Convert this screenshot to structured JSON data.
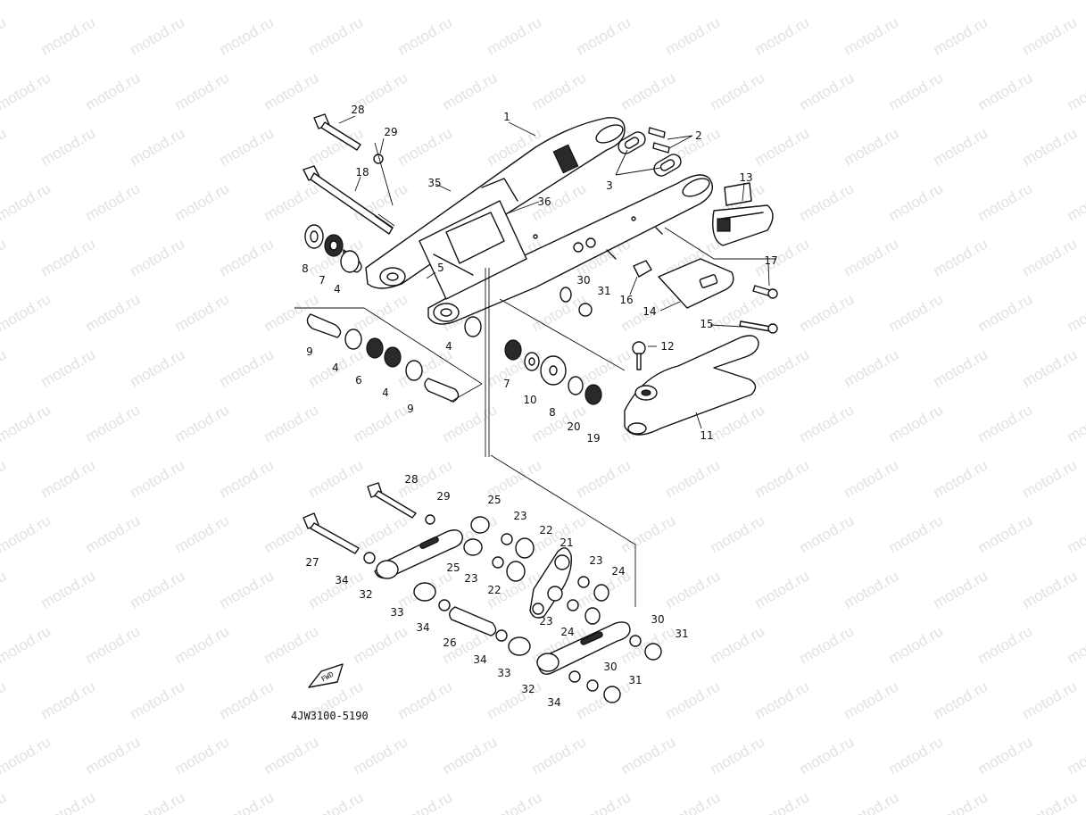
{
  "watermark": {
    "text": "motod.ru"
  },
  "fwd_label": "FWD",
  "catalog_code": "4JW3100-5190",
  "callouts": {
    "c1": "1",
    "c2": "2",
    "c3": "3",
    "c4a": "4",
    "c4b": "4",
    "c4c": "4",
    "c4d": "4",
    "c5": "5",
    "c6": "6",
    "c7a": "7",
    "c7b": "7",
    "c8a": "8",
    "c8b": "8",
    "c9a": "9",
    "c9b": "9",
    "c10": "10",
    "c11": "11",
    "c12": "12",
    "c13": "13",
    "c14": "14",
    "c15": "15",
    "c16": "16",
    "c17": "17",
    "c18": "18",
    "c19": "19",
    "c20": "20",
    "c21": "21",
    "c22a": "22",
    "c22b": "22",
    "c23a": "23",
    "c23b": "23",
    "c23c": "23",
    "c23d": "23",
    "c24a": "24",
    "c24b": "24",
    "c25a": "25",
    "c25b": "25",
    "c26": "26",
    "c27": "27",
    "c28a": "28",
    "c28b": "28",
    "c29a": "29",
    "c29b": "29",
    "c30a": "30",
    "c30b": "30",
    "c30c": "30",
    "c31a": "31",
    "c31b": "31",
    "c31c": "31",
    "c32a": "32",
    "c32b": "32",
    "c33a": "33",
    "c33b": "33",
    "c34a": "34",
    "c34b": "34",
    "c34c": "34",
    "c35": "35",
    "c36": "36"
  }
}
